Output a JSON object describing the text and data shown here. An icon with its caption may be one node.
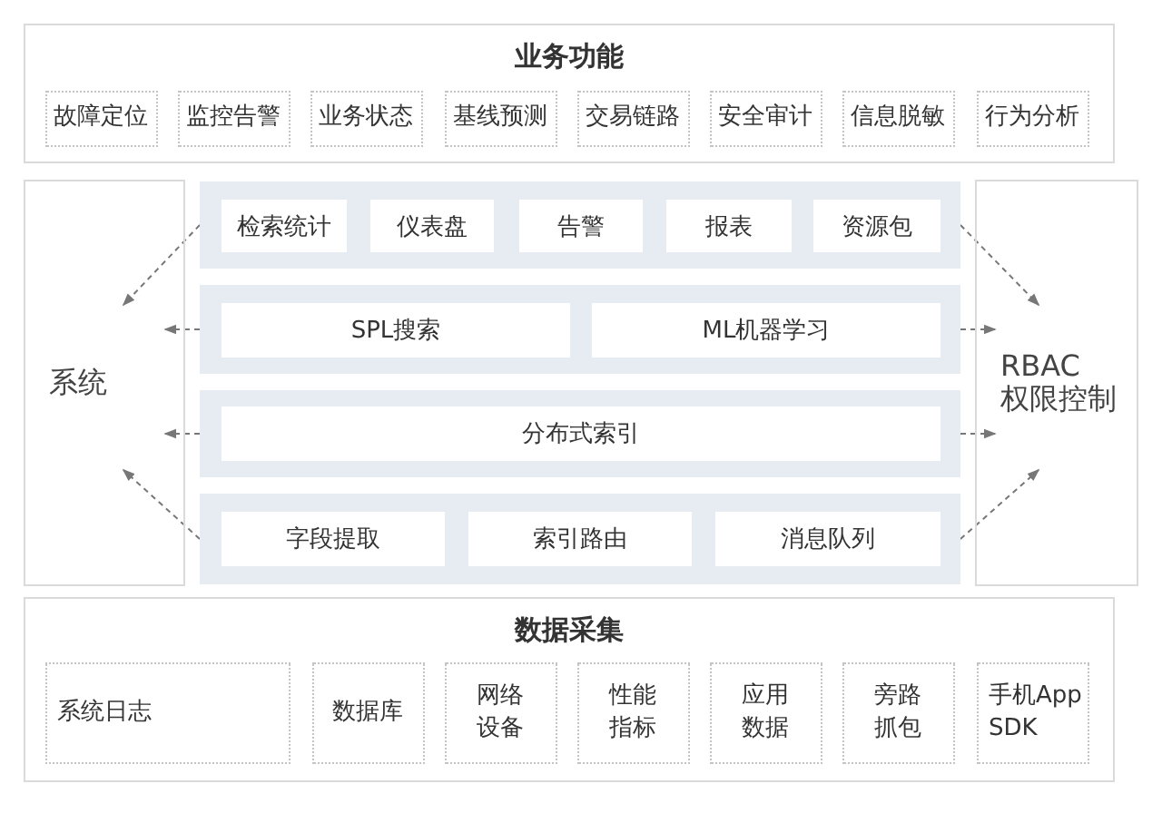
{
  "diagram": {
    "nodes": [
      {
        "text": [
          "业务功能"
        ]
      },
      {
        "text": [
          "故障定位"
        ],
        "in": 0
      },
      {
        "text": [
          "监控告警"
        ],
        "in": 0
      },
      {
        "text": [
          "业务状态"
        ],
        "in": 0
      },
      {
        "text": [
          "基线预测"
        ],
        "in": 0
      },
      {
        "text": [
          "交易链路"
        ],
        "in": 0
      },
      {
        "text": [
          "安全审计"
        ],
        "in": 0
      },
      {
        "text": [
          "信息脱敏"
        ],
        "in": 0
      },
      {
        "text": [
          "行为分析"
        ],
        "in": 0
      },
      {
        "text": [
          "系统"
        ]
      },
      {
        "text": [],
        "shape": "box"
      },
      {
        "text": [
          "检索统计"
        ],
        "in": 10
      },
      {
        "text": [
          "仪表盘"
        ],
        "in": 10
      },
      {
        "text": [
          "告警"
        ],
        "in": 10
      },
      {
        "text": [
          "报表"
        ],
        "in": 10
      },
      {
        "text": [
          "资源包"
        ],
        "in": 10
      },
      {
        "text": [],
        "shape": "box"
      },
      {
        "text": [
          "SPL搜索"
        ],
        "in": 16
      },
      {
        "text": [
          "ML机器学习"
        ],
        "in": 16
      },
      {
        "text": [],
        "shape": "box"
      },
      {
        "text": [
          "分布式索引"
        ],
        "in": 19
      },
      {
        "text": [],
        "shape": "box"
      },
      {
        "text": [
          "字段提取"
        ],
        "in": 21
      },
      {
        "text": [
          "索引路由"
        ],
        "in": 21
      },
      {
        "text": [
          "消息队列"
        ],
        "in": 21
      },
      {
        "text": [
          "RBAC 权限控制"
        ]
      },
      {
        "text": [
          "数据采集"
        ]
      },
      {
        "text": [
          "系统日志"
        ],
        "in": 26
      },
      {
        "text": [
          "数据库"
        ],
        "in": 26
      },
      {
        "text": [
          "网络设备"
        ],
        "in": 26
      },
      {
        "text": [
          "性能指标"
        ],
        "in": 26
      },
      {
        "text": [
          "应用数据"
        ],
        "in": 26
      },
      {
        "text": [
          "旁路抓包"
        ],
        "in": 26
      },
      {
        "text": [
          "手机App SDK"
        ],
        "in": 26
      }
    ],
    "edges": [
      {
        "from": 10,
        "to": 9,
        "arrow": "to",
        "style": "dashed"
      },
      {
        "from": 16,
        "to": 9,
        "arrow": "to",
        "style": "dashed"
      },
      {
        "from": 19,
        "to": 9,
        "arrow": "to",
        "style": "dashed"
      },
      {
        "from": 21,
        "to": 9,
        "arrow": "to",
        "style": "dashed"
      },
      {
        "from": 10,
        "to": 25,
        "arrow": "to",
        "style": "dashed"
      },
      {
        "from": 16,
        "to": 25,
        "arrow": "to",
        "style": "dashed"
      },
      {
        "from": 19,
        "to": 25,
        "arrow": "to",
        "style": "dashed"
      },
      {
        "from": 21,
        "to": 25,
        "arrow": "to",
        "style": "dashed"
      }
    ]
  }
}
